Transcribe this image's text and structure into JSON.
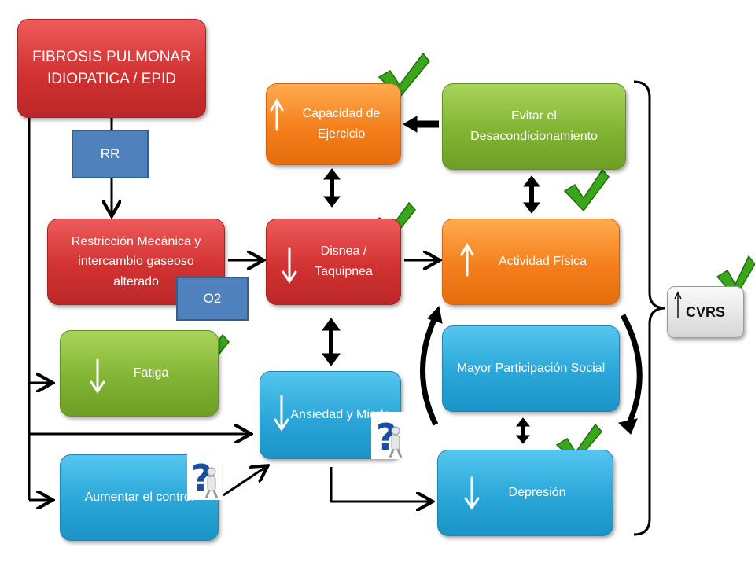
{
  "nodes": {
    "fibrosis": "FIBROSIS PULMONAR IDIOPATICA / EPID",
    "capacidad": "Capacidad de Ejercicio",
    "evitar": "Evitar el Desacondicionamiento",
    "restriccion": "Restricción Mecánica y intercambio gaseoso alterado",
    "disnea": "Disnea / Taquipnea",
    "actividad": "Actividad Física",
    "fatiga": "Fatiga",
    "ansiedad": "Ansiedad y Miedo",
    "participacion": "Mayor  Participación Social",
    "aumentar": "Aumentar el control",
    "depresion": "Depresión",
    "cvrs": "CVRS"
  },
  "tags": {
    "rr": "RR",
    "o2": "O2"
  },
  "colors": {
    "red": "#d23232",
    "orange": "#f47f1c",
    "green": "#82b434",
    "cyan": "#2aa6d8",
    "blue": "#4f81bd",
    "check": "#3aa61a",
    "arrow": "#000000"
  },
  "icons": {
    "check": "checkmark-icon",
    "question": "question-figure-icon",
    "up": "up-arrow-icon",
    "down": "down-arrow-icon"
  }
}
